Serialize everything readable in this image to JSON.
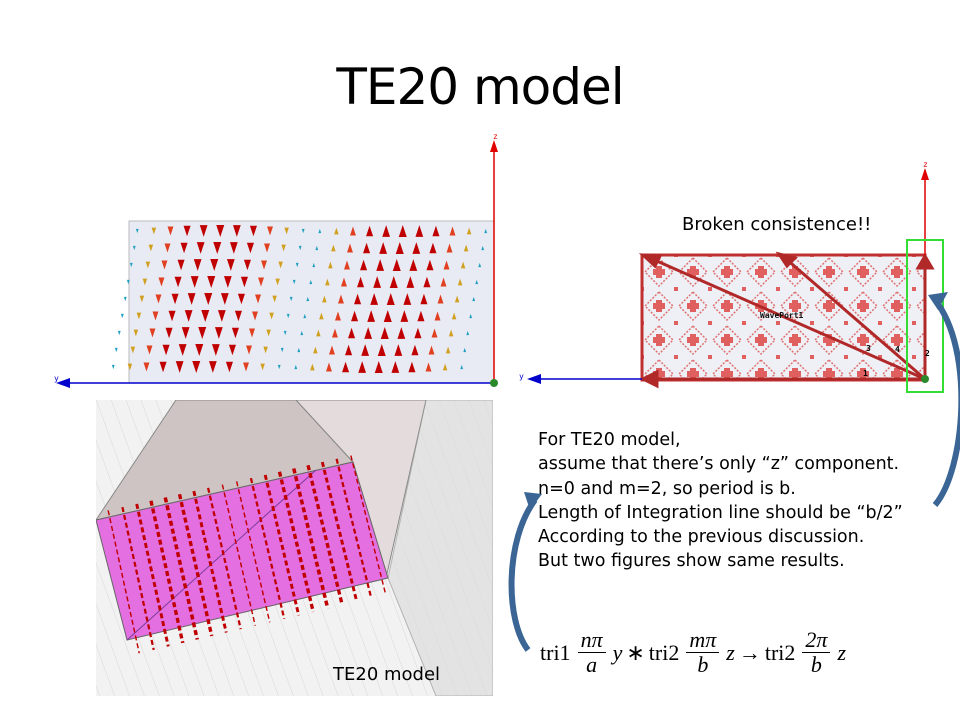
{
  "slide": {
    "title": "TE20 model",
    "annotation": "Broken consistence!!",
    "caption": "TE20 model",
    "body_lines": [
      "For TE20 model,",
      "assume that there’s only “z” component.",
      "n=0 and m=2, so period is b.",
      "Length of Integration line should be “b/2”",
      "According to the previous discussion.",
      "But two figures show same results."
    ],
    "formula": {
      "t1": "tri1",
      "f1_num": "nπ",
      "f1_den": "a",
      "v1": "y",
      "op": "∗",
      "t2": "tri2",
      "f2_num": "mπ",
      "f2_den": "b",
      "v2": "z",
      "arrow": "→",
      "t3": "tri2",
      "f3_num": "2π",
      "f3_den": "b",
      "v3": "z"
    }
  },
  "plot_left": {
    "axis_z": "z",
    "axis_y": "y"
  },
  "plot_right": {
    "axis_z": "z",
    "axis_y": "y",
    "port_label": "WavePort1",
    "line_labels": [
      "1",
      "2",
      "3",
      "4"
    ]
  },
  "colors": {
    "field_red": "#c00000",
    "axis_blue": "#0000cc",
    "axis_red": "#e00000",
    "highlight_green": "#33dd33",
    "curve_blue": "#3a6595",
    "pink": "#e36fe0"
  }
}
